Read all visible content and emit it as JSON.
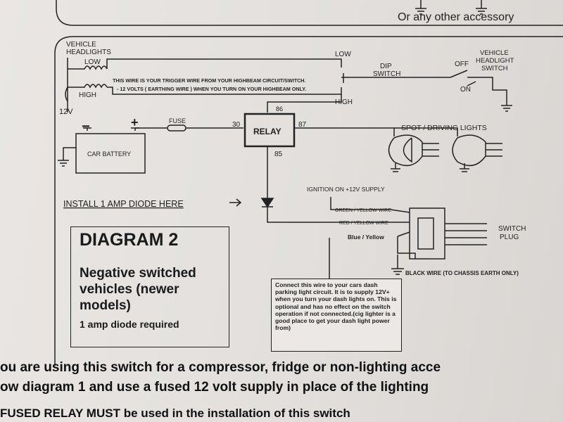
{
  "top": {
    "accessory_text": "Or any other accessory"
  },
  "diagram": {
    "vehicle_headlights": [
      "VEHICLE",
      "HEADLIGHTS"
    ],
    "low": "LOW",
    "high": "HIGH",
    "v12": "12V",
    "trigger_note": [
      "THIS WIRE IS YOUR TRIGGER WIRE FROM YOUR HIGHBEAM CIRCUIT/SWITCH.",
      "- 12 VOLTS ( EARTHING  WIRE ) WHEN YOU TURN ON YOUR HIGHBEAM ONLY."
    ],
    "dip_low": "LOW",
    "dip_high": "HIGH",
    "dip_switch": [
      "DIP",
      "SWITCH"
    ],
    "off": "OFF",
    "on": "ON",
    "headlight_switch": [
      "VEHICLE",
      "HEADLIGHT",
      "SWITCH"
    ],
    "fuse": "FUSE",
    "battery_minus": "−",
    "battery_plus": "+",
    "car_battery": "CAR BATTERY",
    "relay": "RELAY",
    "pin30": "30",
    "pin86": "86",
    "pin87": "87",
    "pin85": "85",
    "spot_lights": "SPOT / DRIVING LIGHTS",
    "ignition": "IGNITION ON +12V SUPPLY",
    "green_yellow": "GREEN / YELLOW WIRE",
    "red_yellow": "RED / YELLOW WIRE",
    "blue_yellow": "Blue / Yellow",
    "switch_plug": [
      "SWITCH",
      "PLUG"
    ],
    "black_wire": "BLACK WIRE  (TO CHASSIS EARTH ONLY)",
    "install_diode": "INSTALL 1 AMP DIODE HERE",
    "box_title": "DIAGRAM 2",
    "box_subtitle": "Negative switched vehicles (newer models)",
    "box_small": "1 amp diode required",
    "dash_note": "Connect this wire to your cars dash parking light circuit. It is to supply 12V+ when you turn your dash lights on. This is optional and has no effect on the switch operation if not connected.(cig lighter is a good place to get your dash light power from)"
  },
  "bottom": {
    "line1": "ou are using this switch for a compressor, fridge or non-lighting acce",
    "line2": "ow diagram 1 and use a fused 12 volt supply in place of the lighting",
    "line3": "         FUSED RELAY MUST be used in the installation of this switch"
  }
}
